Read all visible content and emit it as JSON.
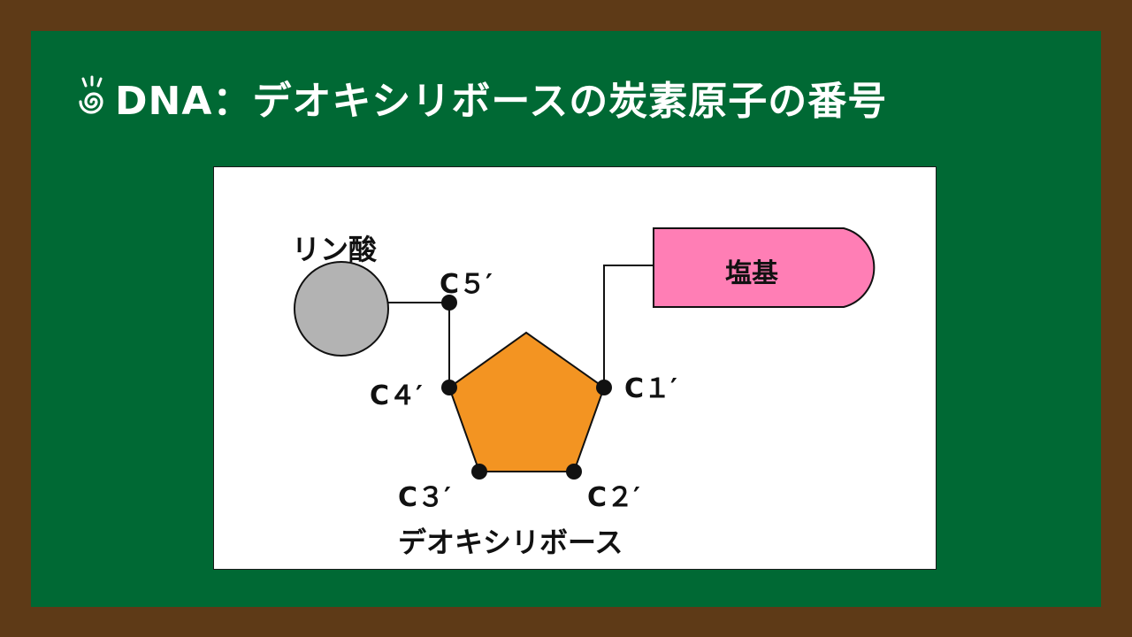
{
  "title": "DNA：デオキシリボースの炭素原子の番号",
  "diagram": {
    "phosphate_label": "リン酸",
    "base_label": "塩基",
    "sugar_label": "デオキシリボース",
    "carbon_labels": {
      "c1": "C１′",
      "c2": "C２′",
      "c3": "C３′",
      "c4": "C４′",
      "c5": "C５′"
    }
  },
  "colors": {
    "frame": "#5e3a17",
    "board": "#006934",
    "panel": "#ffffff",
    "phosphate_fill": "#b3b3b3",
    "sugar_fill": "#f39422",
    "base_fill": "#ff7eb5",
    "title_text": "#ffffff"
  }
}
